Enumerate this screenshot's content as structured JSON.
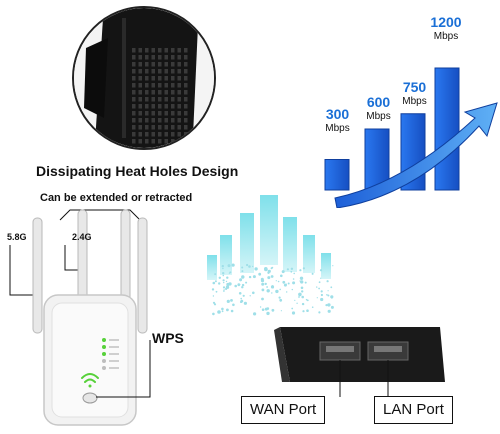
{
  "heat_holes": {
    "title": "Dissipating Heat Holes Design"
  },
  "antenna": {
    "caption": "Can be extended or retracted",
    "band_5g": "5.8G",
    "band_24g": "2.4G",
    "wps_label": "WPS"
  },
  "speed": {
    "tiers": [
      {
        "value": "300",
        "unit": "Mbps"
      },
      {
        "value": "600",
        "unit": "Mbps"
      },
      {
        "value": "750",
        "unit": "Mbps"
      },
      {
        "value": "1200",
        "unit": "Mbps"
      }
    ]
  },
  "ports": {
    "wan_label": "WAN Port",
    "lan_label": "LAN Port"
  },
  "colors": {
    "accent_blue": "#1a6fd6",
    "bar_blue": "#1f5fd8",
    "arrow_blue": "#3a8ee8",
    "device_white": "#f2f2f2",
    "device_black": "#1a1a1a",
    "led_green": "#57d13a"
  }
}
